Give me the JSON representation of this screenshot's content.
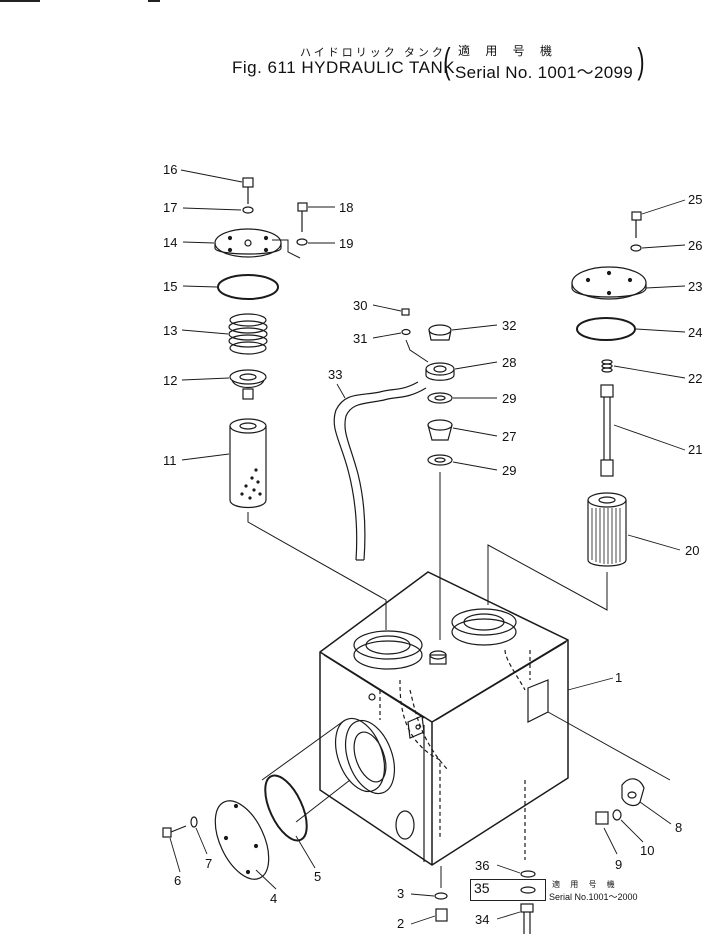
{
  "header": {
    "title_jp": "ハイドロリック タンク",
    "title": "Fig. 611 HYDRAULIC TANK",
    "serial_jp": "適 用 号 機",
    "serial": "Serial No. 1001～2099"
  },
  "note": {
    "part": "35",
    "serial_jp": "適 用 号 機",
    "serial": "Serial No.1001～2000"
  },
  "callouts": [
    "1",
    "2",
    "3",
    "4",
    "5",
    "6",
    "7",
    "8",
    "9",
    "10",
    "11",
    "12",
    "13",
    "14",
    "15",
    "16",
    "17",
    "18",
    "19",
    "20",
    "21",
    "22",
    "23",
    "24",
    "25",
    "26",
    "27",
    "28",
    "29",
    "29",
    "30",
    "31",
    "32",
    "33",
    "34",
    "36"
  ]
}
